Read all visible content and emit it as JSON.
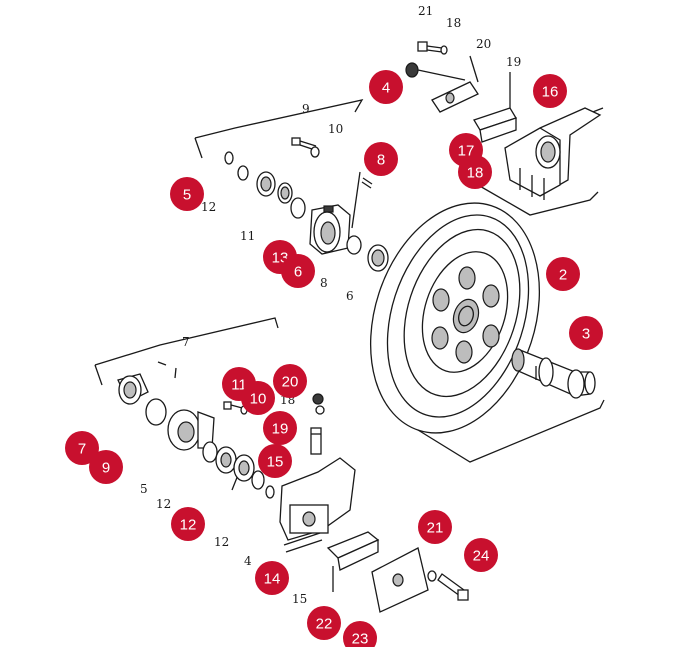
{
  "colors": {
    "badge": "#c8102e",
    "line": "#1a1a1a",
    "badge_text": "#ffffff"
  },
  "labels": [
    {
      "id": "t21a",
      "text": "21"
    },
    {
      "id": "t18a",
      "text": "18"
    },
    {
      "id": "t20a",
      "text": "20"
    },
    {
      "id": "t19a",
      "text": "19"
    },
    {
      "id": "t9a",
      "text": "9"
    },
    {
      "id": "t10a",
      "text": "10"
    },
    {
      "id": "t12a",
      "text": "12"
    },
    {
      "id": "t11a",
      "text": "11"
    },
    {
      "id": "t8a",
      "text": "8"
    },
    {
      "id": "t6a",
      "text": "6"
    },
    {
      "id": "t7a",
      "text": "7"
    },
    {
      "id": "t18b",
      "text": "18"
    },
    {
      "id": "t5a",
      "text": "5"
    },
    {
      "id": "t12b",
      "text": "12"
    },
    {
      "id": "t12c",
      "text": "12"
    },
    {
      "id": "t4a",
      "text": "4"
    },
    {
      "id": "t15a",
      "text": "15"
    }
  ],
  "badges": [
    {
      "id": "b4",
      "text": "4"
    },
    {
      "id": "b16",
      "text": "16"
    },
    {
      "id": "b17",
      "text": "17"
    },
    {
      "id": "b18",
      "text": "18"
    },
    {
      "id": "b8",
      "text": "8"
    },
    {
      "id": "b5",
      "text": "5"
    },
    {
      "id": "b13",
      "text": "13"
    },
    {
      "id": "b6",
      "text": "6"
    },
    {
      "id": "b2",
      "text": "2"
    },
    {
      "id": "b3",
      "text": "3"
    },
    {
      "id": "b11",
      "text": "11"
    },
    {
      "id": "b10",
      "text": "10"
    },
    {
      "id": "b20",
      "text": "20"
    },
    {
      "id": "b19",
      "text": "19"
    },
    {
      "id": "b7",
      "text": "7"
    },
    {
      "id": "b9",
      "text": "9"
    },
    {
      "id": "b15",
      "text": "15"
    },
    {
      "id": "b12",
      "text": "12"
    },
    {
      "id": "b14",
      "text": "14"
    },
    {
      "id": "b21",
      "text": "21"
    },
    {
      "id": "b24",
      "text": "24"
    },
    {
      "id": "b22",
      "text": "22"
    },
    {
      "id": "b23",
      "text": "23"
    }
  ]
}
